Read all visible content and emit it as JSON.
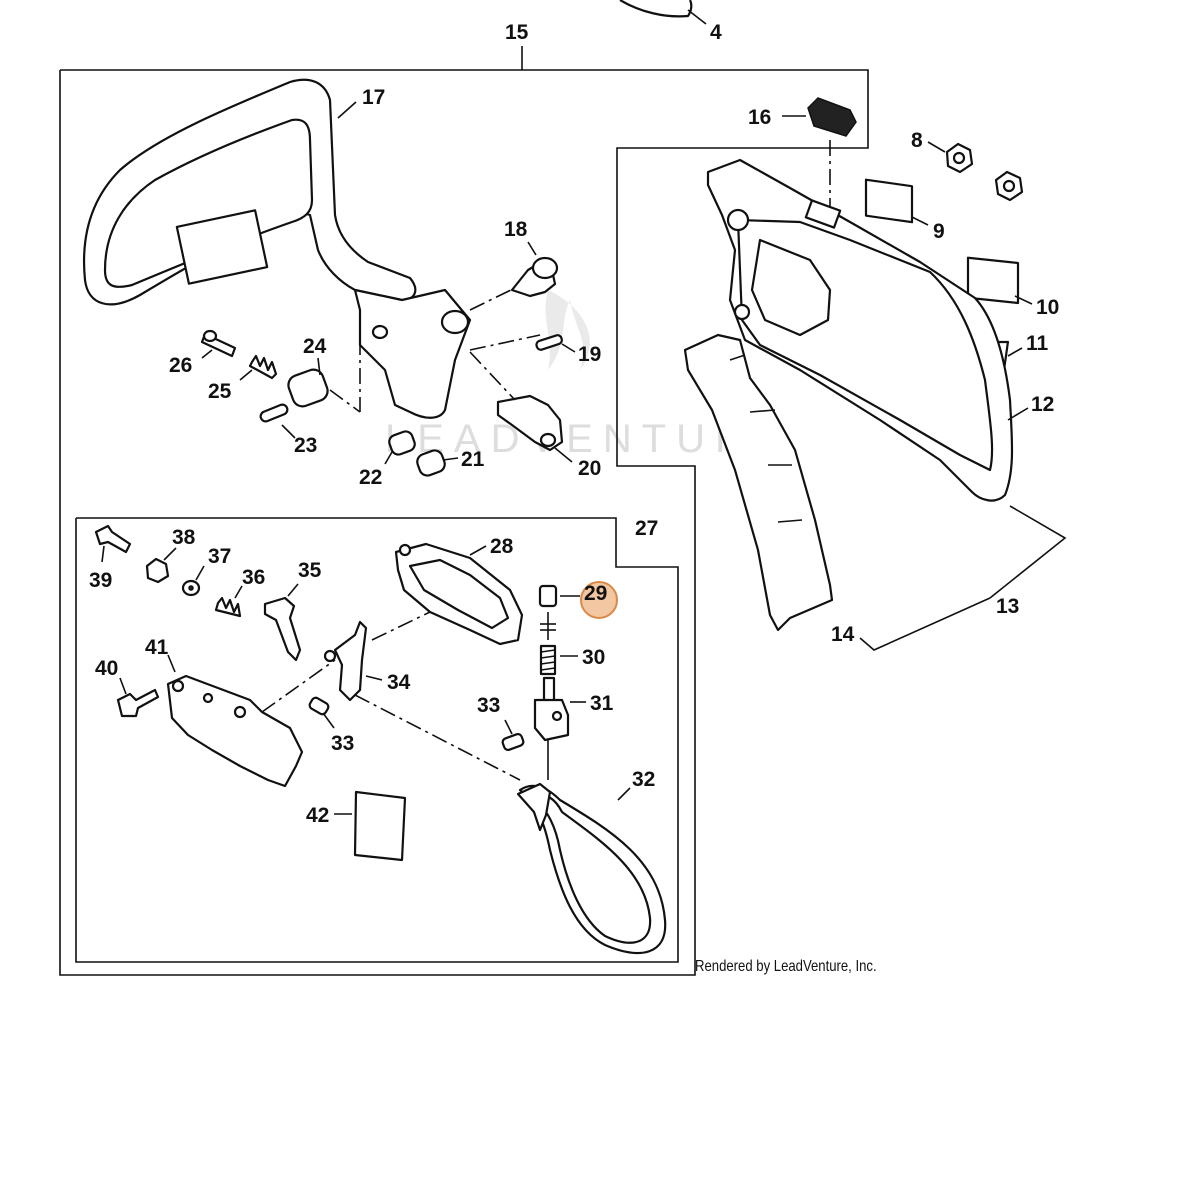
{
  "diagram": {
    "watermark": "LEADVENTURE",
    "credit": "Rendered by LeadVenture, Inc.",
    "highlighted_callout": "29",
    "highlight_color": "#f2c7a2",
    "callouts": {
      "c4": "4",
      "c8": "8",
      "c9": "9",
      "c10": "10",
      "c11": "11",
      "c12": "12",
      "c13": "13",
      "c14": "14",
      "c15": "15",
      "c16": "16",
      "c17": "17",
      "c18": "18",
      "c19": "19",
      "c20": "20",
      "c21": "21",
      "c22": "22",
      "c23": "23",
      "c24": "24",
      "c25": "25",
      "c26": "26",
      "c27": "27",
      "c28": "28",
      "c29": "29",
      "c30": "30",
      "c31": "31",
      "c32": "32",
      "c33a": "33",
      "c33b": "33",
      "c34": "34",
      "c35": "35",
      "c36": "36",
      "c37": "37",
      "c38": "38",
      "c39": "39",
      "c40": "40",
      "c41": "41",
      "c42": "42"
    }
  }
}
